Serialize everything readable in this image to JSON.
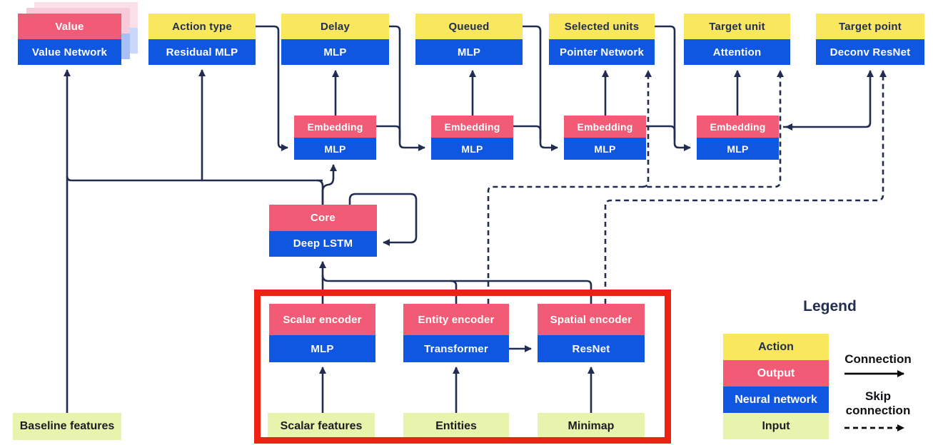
{
  "diagram": {
    "heads": {
      "value": {
        "output": "Value",
        "network": "Value Network"
      },
      "action_type": {
        "action": "Action type",
        "network": "Residual MLP"
      },
      "delay": {
        "action": "Delay",
        "network": "MLP"
      },
      "queued": {
        "action": "Queued",
        "network": "MLP"
      },
      "selected_units": {
        "action": "Selected units",
        "network": "Pointer Network"
      },
      "target_unit": {
        "action": "Target unit",
        "network": "Attention"
      },
      "target_point": {
        "action": "Target point",
        "network": "Deconv ResNet"
      }
    },
    "embeddings": {
      "e1": {
        "output": "Embedding",
        "network": "MLP"
      },
      "e2": {
        "output": "Embedding",
        "network": "MLP"
      },
      "e3": {
        "output": "Embedding",
        "network": "MLP"
      },
      "e4": {
        "output": "Embedding",
        "network": "MLP"
      }
    },
    "core": {
      "output": "Core",
      "network": "Deep LSTM"
    },
    "encoders": {
      "scalar": {
        "output": "Scalar encoder",
        "network": "MLP"
      },
      "entity": {
        "output": "Entity encoder",
        "network": "Transformer"
      },
      "spatial": {
        "output": "Spatial encoder",
        "network": "ResNet"
      }
    },
    "inputs": {
      "baseline": "Baseline features",
      "scalar": "Scalar features",
      "entities": "Entities",
      "minimap": "Minimap"
    }
  },
  "legend": {
    "title": "Legend",
    "items": [
      {
        "label": "Action",
        "color": "#F9E85E"
      },
      {
        "label": "Output",
        "color": "#F15B76"
      },
      {
        "label": "Neural network",
        "color": "#0F56E0"
      },
      {
        "label": "Input",
        "color": "#E8F4AE"
      }
    ],
    "connection_label": "Connection",
    "skip_connection_label": "Skip connection"
  },
  "colors": {
    "action_yellow": "#F9E85E",
    "output_pink": "#F15B76",
    "network_blue": "#0F56E0",
    "input_green": "#E8F4AE",
    "wire_navy": "#222C50",
    "highlight_red": "#EE2213"
  }
}
